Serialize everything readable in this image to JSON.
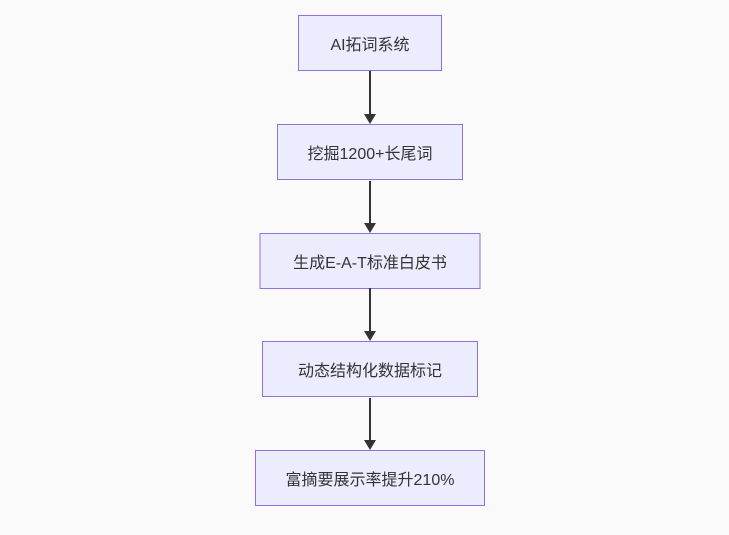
{
  "flowchart": {
    "direction": "top-down",
    "nodes": [
      {
        "id": "node-1",
        "label": "AI拓词系统"
      },
      {
        "id": "node-2",
        "label": "挖掘1200+长尾词"
      },
      {
        "id": "node-3",
        "label": "生成E-A-T标准白皮书"
      },
      {
        "id": "node-4",
        "label": "动态结构化数据标记"
      },
      {
        "id": "node-5",
        "label": "富摘要展示率提升210%"
      }
    ],
    "edges": [
      {
        "from": "node-1",
        "to": "node-2"
      },
      {
        "from": "node-2",
        "to": "node-3"
      },
      {
        "from": "node-3",
        "to": "node-4"
      },
      {
        "from": "node-4",
        "to": "node-5"
      }
    ],
    "colors": {
      "background": "#FAFAFA",
      "node_fill": "#ECECFF",
      "node_border": "#9370DB",
      "edge_line": "#333333",
      "text": "#333333"
    }
  }
}
